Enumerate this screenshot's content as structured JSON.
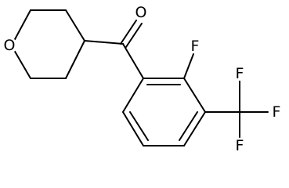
{
  "molecule": {
    "atoms": {
      "oxygen_ketone": "O",
      "oxygen_ring": "O",
      "fluorine_aryl": "F",
      "cf3_fluorine_top": "F",
      "cf3_fluorine_right": "F",
      "cf3_fluorine_bottom": "F"
    }
  }
}
